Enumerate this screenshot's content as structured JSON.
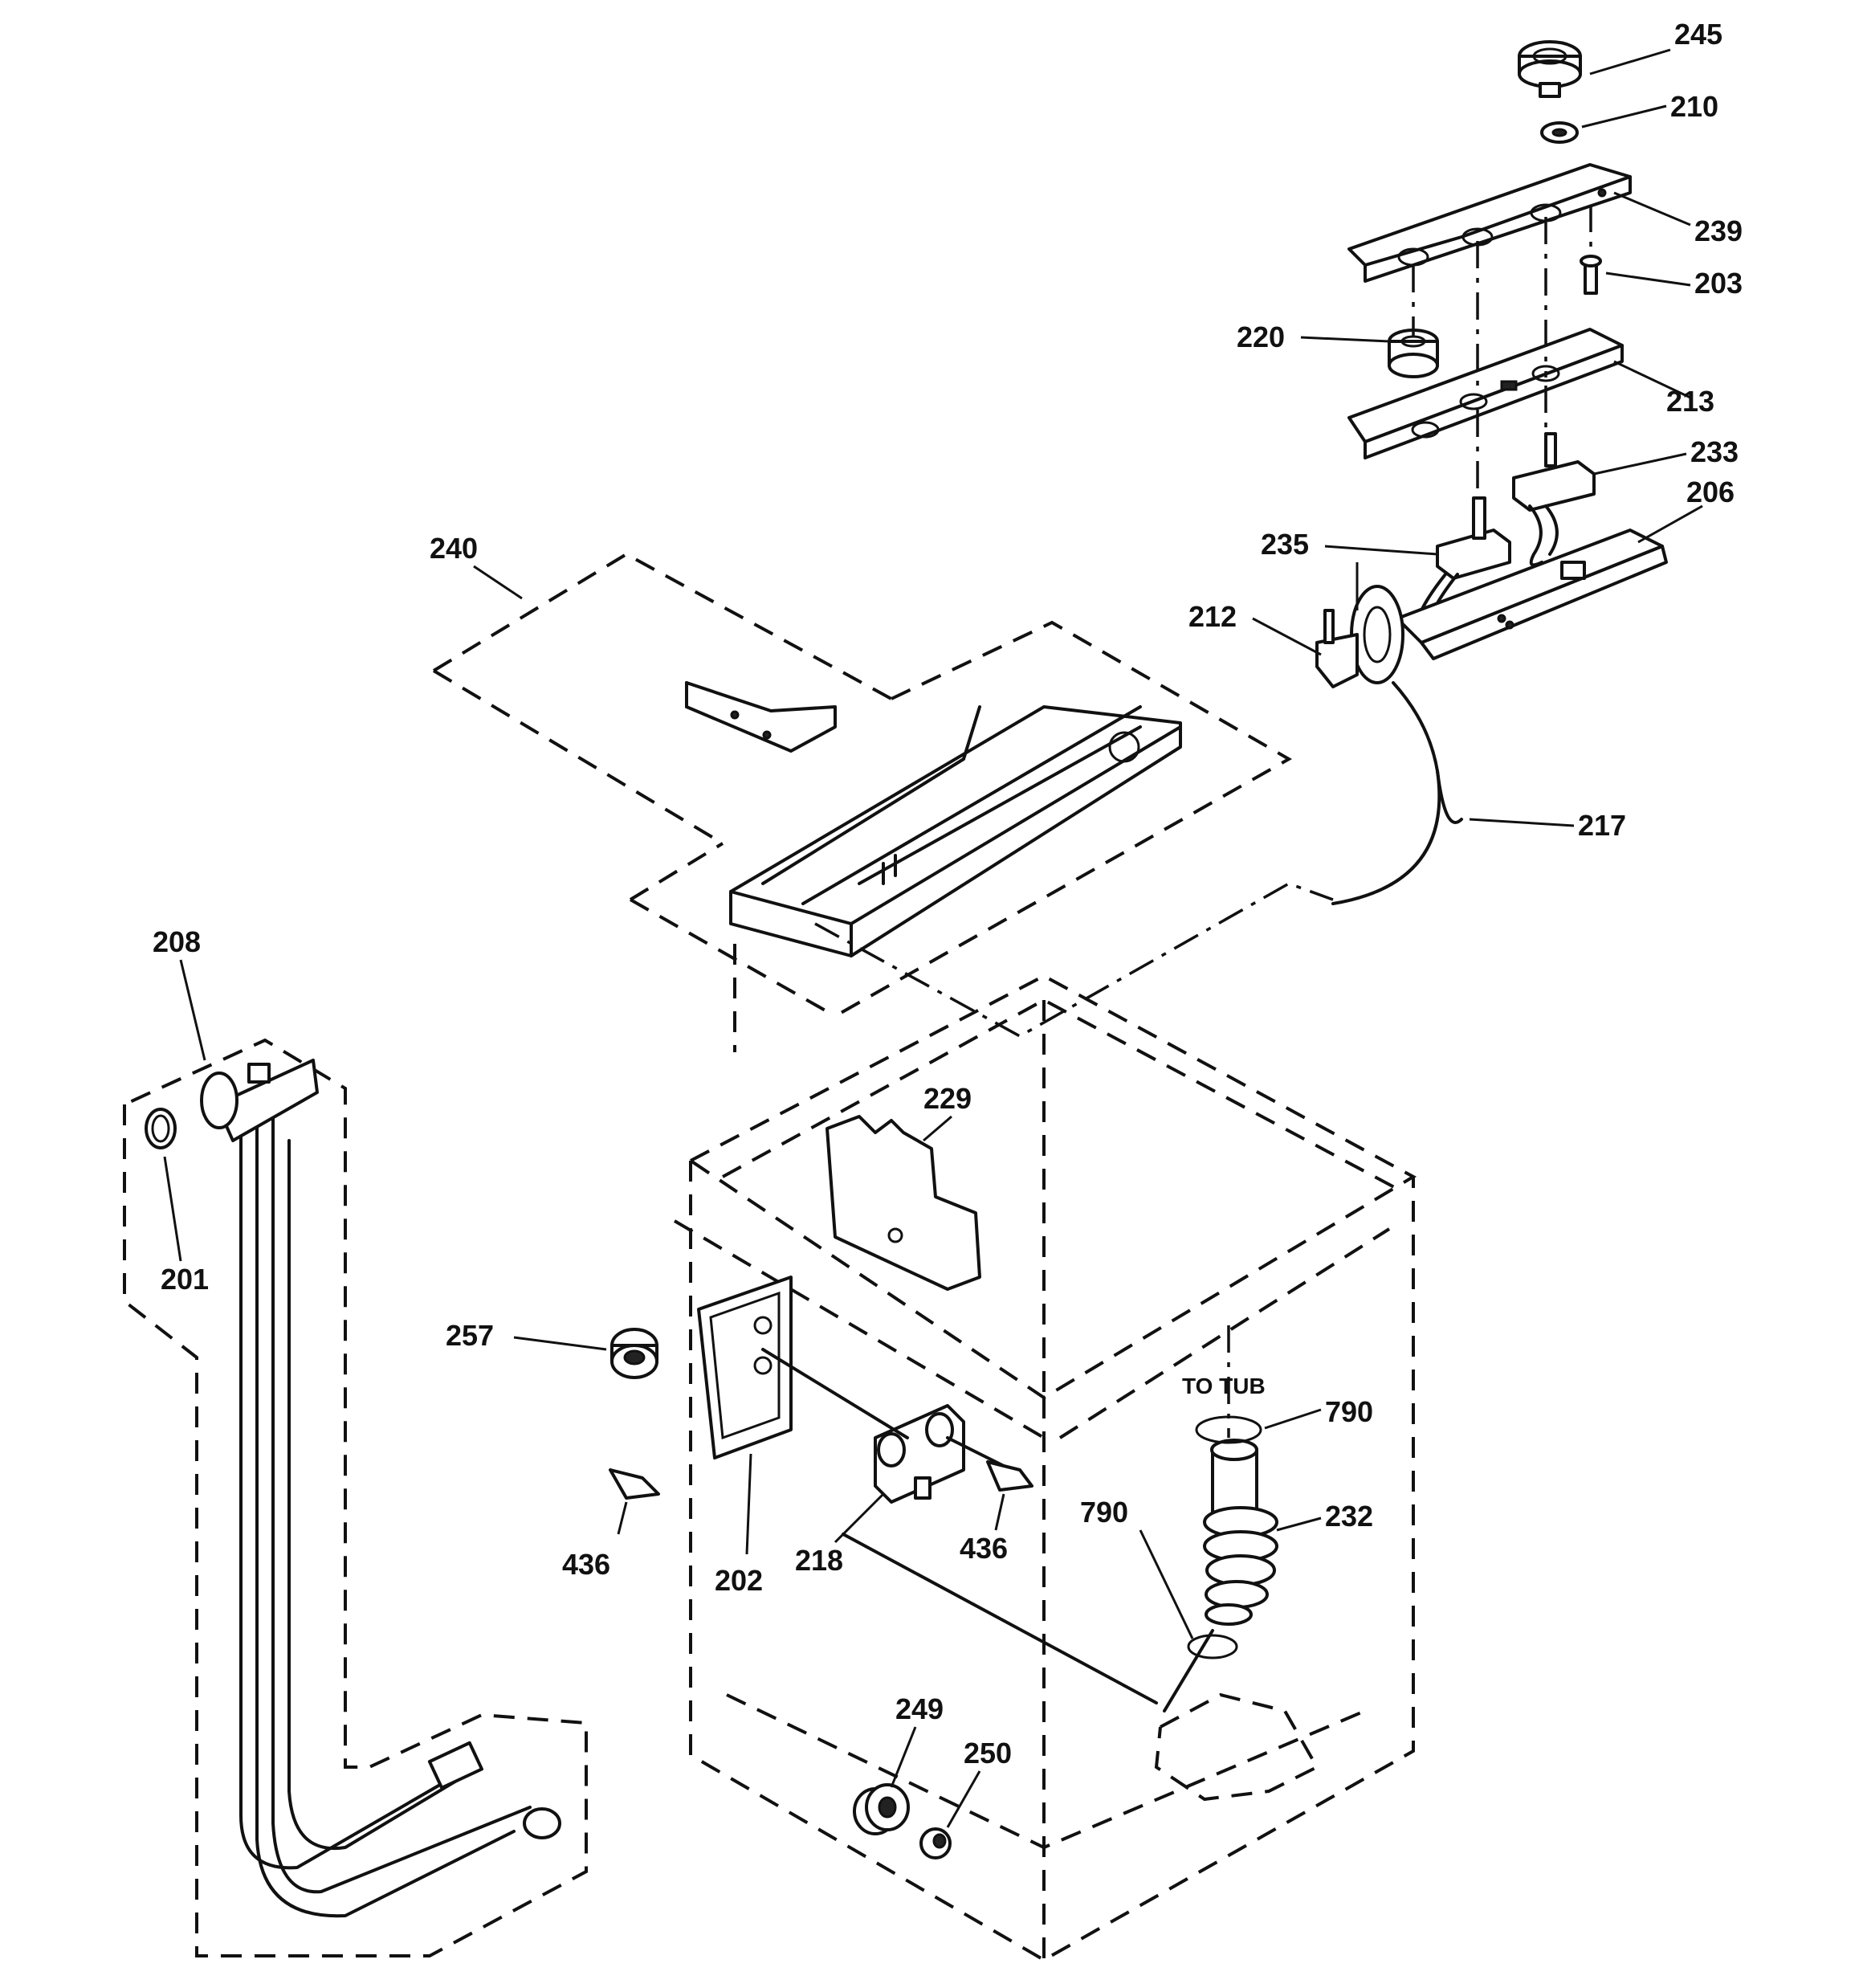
{
  "diagram": {
    "callouts": [
      {
        "id": "p245",
        "label": "245"
      },
      {
        "id": "p210",
        "label": "210"
      },
      {
        "id": "p239",
        "label": "239"
      },
      {
        "id": "p203",
        "label": "203"
      },
      {
        "id": "p220",
        "label": "220"
      },
      {
        "id": "p213",
        "label": "213"
      },
      {
        "id": "p233",
        "label": "233"
      },
      {
        "id": "p206",
        "label": "206"
      },
      {
        "id": "p235",
        "label": "235"
      },
      {
        "id": "p240",
        "label": "240"
      },
      {
        "id": "p212",
        "label": "212"
      },
      {
        "id": "p217",
        "label": "217"
      },
      {
        "id": "p208",
        "label": "208"
      },
      {
        "id": "p229",
        "label": "229"
      },
      {
        "id": "p201",
        "label": "201"
      },
      {
        "id": "p257",
        "label": "257"
      },
      {
        "id": "p790a",
        "label": "790"
      },
      {
        "id": "p790b",
        "label": "790"
      },
      {
        "id": "p232",
        "label": "232"
      },
      {
        "id": "p436a",
        "label": "436"
      },
      {
        "id": "p436b",
        "label": "436"
      },
      {
        "id": "p202",
        "label": "202"
      },
      {
        "id": "p218",
        "label": "218"
      },
      {
        "id": "p249",
        "label": "249"
      },
      {
        "id": "p250",
        "label": "250"
      }
    ],
    "notes": {
      "to_tub": "TO TUB"
    }
  }
}
